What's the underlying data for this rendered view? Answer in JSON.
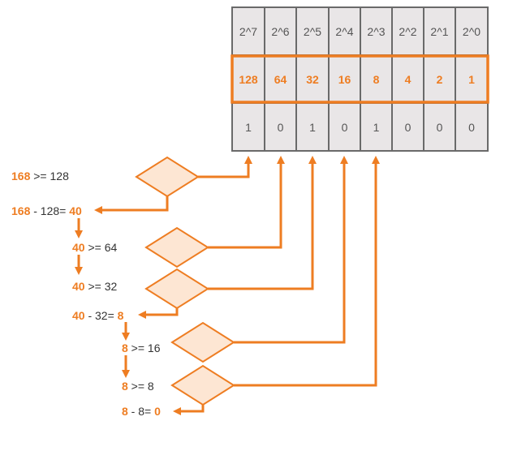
{
  "table": {
    "powers": [
      "2^7",
      "2^6",
      "2^5",
      "2^4",
      "2^3",
      "2^2",
      "2^1",
      "2^0"
    ],
    "values": [
      "128",
      "64",
      "32",
      "16",
      "8",
      "4",
      "2",
      "1"
    ],
    "bits": [
      "1",
      "0",
      "1",
      "0",
      "1",
      "0",
      "0",
      "0"
    ]
  },
  "steps": [
    {
      "a": "168",
      "mid": " >= 128",
      "b": ""
    },
    {
      "a": "168",
      "mid": " - 128= ",
      "b": "40"
    },
    {
      "a": "40",
      "mid": " >= 64",
      "b": ""
    },
    {
      "a": "40",
      "mid": " >= 32",
      "b": ""
    },
    {
      "a": "40",
      "mid": " - 32= ",
      "b": "8"
    },
    {
      "a": "8",
      "mid": " >= 16",
      "b": ""
    },
    {
      "a": "8",
      "mid": " >= 8",
      "b": ""
    },
    {
      "a": "8",
      "mid": " - 8= ",
      "b": "0"
    }
  ],
  "colors": {
    "accent": "#ee7d22",
    "cell": "#e9e6e7",
    "border": "#6a6a6a"
  }
}
